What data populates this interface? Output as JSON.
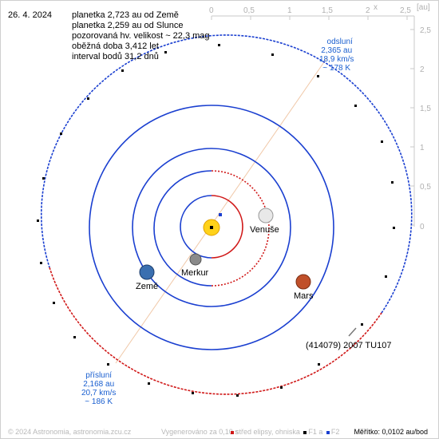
{
  "date": "26. 4. 2024",
  "info": [
    "planetka 2,723 au od Země",
    "planetka 2,259 au od Slunce",
    "pozorovaná hv. velikost ~ 22,3 mag",
    "oběžná doba 3,412 let",
    "interval bodů 31,2 dnů"
  ],
  "x_axis": {
    "label": "x",
    "unit": "[au]",
    "ticks": [
      "0",
      "0,5",
      "1",
      "1,5",
      "2",
      "2,5"
    ]
  },
  "y_axis": {
    "ticks": [
      "2,5",
      "2",
      "1,5",
      "1",
      "0,5",
      "0"
    ]
  },
  "aphelion": {
    "title": "odsluní",
    "distance": "2,365 au",
    "speed": "18,9 km/s",
    "temp": "~ 178 K"
  },
  "perihelion": {
    "title": "přísluní",
    "distance": "2,168 au",
    "speed": "20,7 km/s",
    "temp": "~ 186 K"
  },
  "bodies": {
    "sun": {
      "color": "#ffd21a"
    },
    "mercury": {
      "label": "Merkur",
      "color": "#8a8a8a"
    },
    "venus": {
      "label": "Venuše",
      "color": "#e8e8e8"
    },
    "earth": {
      "label": "Země",
      "color": "#3a6fb0"
    },
    "mars": {
      "label": "Mars",
      "color": "#c0502a"
    },
    "asteroid": {
      "label": "(414079) 2007 TU107"
    }
  },
  "colors": {
    "orbit_above": "#1a3fd0",
    "orbit_below": "#d01818",
    "apsides_line": "#f0c8a8"
  },
  "footer": {
    "copyright": "© 2024 Astronomia, astronomia.zcu.cz",
    "generated": "Vygenerováno za 0,10 s",
    "ellipse_center": "střed elipsy, ohniska",
    "f1": "F1 a",
    "f2": "F2",
    "scale": "Měřítko: 0,0102 au/bod"
  }
}
